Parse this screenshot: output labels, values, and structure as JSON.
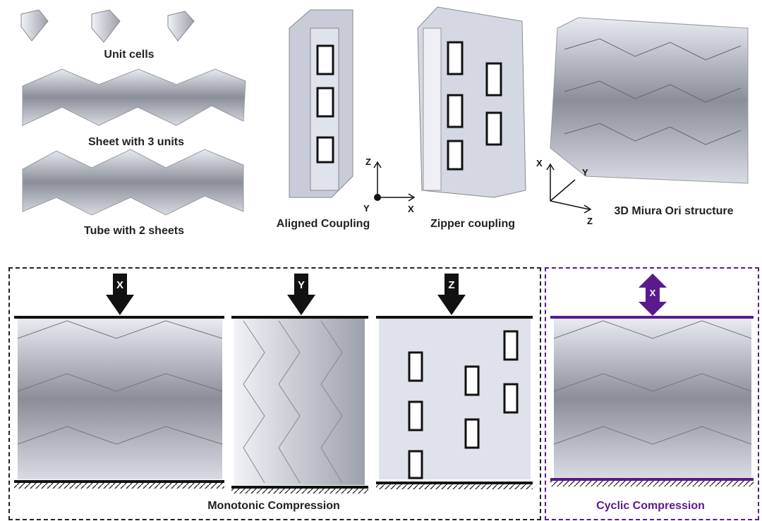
{
  "top_labels": {
    "unit_cells": "Unit cells",
    "sheet": "Sheet with 3 units",
    "tube": "Tube with 2 sheets",
    "aligned": "Aligned Coupling",
    "zipper": "Zipper coupling",
    "miura": "3D Miura Ori structure"
  },
  "axes_left": {
    "z": "Z",
    "y": "Y",
    "x": "X"
  },
  "axes_right": {
    "x": "X",
    "y": "Y",
    "z": "Z"
  },
  "load_arrows": {
    "x": "X",
    "y": "Y",
    "z": "Z",
    "cyclic_x": "X"
  },
  "bottom_labels": {
    "monotonic": "Monotonic Compression",
    "cyclic": "Cyclic Compression"
  },
  "colors": {
    "cyclic": "#5a1a8e",
    "monotonic": "#222222"
  }
}
